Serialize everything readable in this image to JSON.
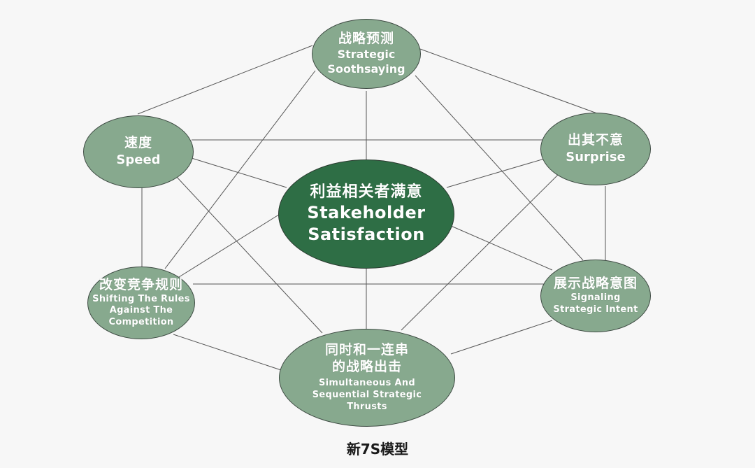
{
  "colors": {
    "outer_node": "#87a98e",
    "center_node": "#2e6e45",
    "line": "#555555",
    "background": "#f7f7f7"
  },
  "nodes": {
    "top": {
      "zh": "战略预测",
      "en": [
        "Strategic",
        "Soothsaying"
      ]
    },
    "left_upper": {
      "zh": "速度",
      "en": [
        "Speed"
      ]
    },
    "right_upper": {
      "zh": "出其不意",
      "en": [
        "Surprise"
      ]
    },
    "center": {
      "zh": "利益相关者满意",
      "en": [
        "Stakeholder",
        "Satisfaction"
      ]
    },
    "left_lower": {
      "zh": "改变竞争规则",
      "en": [
        "Shifting The Rules",
        "Against The",
        "Competition"
      ]
    },
    "right_lower": {
      "zh": "展示战略意图",
      "en": [
        "Signaling",
        "Strategic Intent"
      ]
    },
    "bottom": {
      "zh": [
        "同时和一连串",
        "的战略出击"
      ],
      "en": [
        "Simultaneous And",
        "Sequential Strategic",
        "Thrusts"
      ]
    }
  },
  "caption": "新7S模型"
}
